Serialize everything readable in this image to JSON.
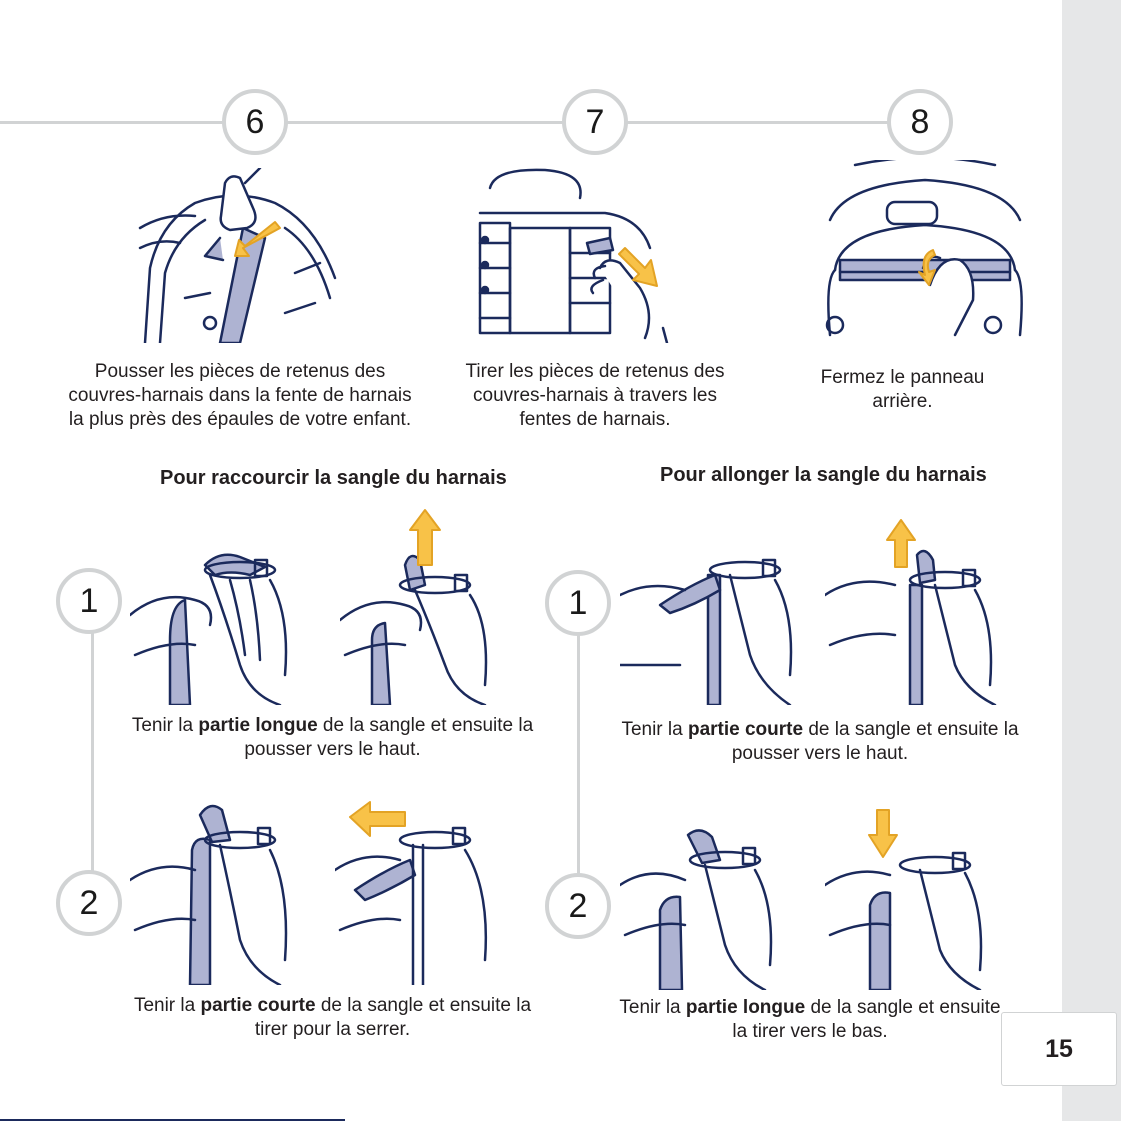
{
  "page": {
    "number": "15",
    "colors": {
      "navy": "#1b2a5c",
      "strap": "#aeb3d2",
      "arrow": "#f8c248",
      "arrow_outline": "#e3a325",
      "gray": "#d1d3d4"
    }
  },
  "top_steps": [
    {
      "number": "6",
      "caption_lines": [
        "Pousser les pièces de retenus des",
        "couvres-harnais dans la fente de harnais",
        "la plus près des épaules de votre enfant."
      ]
    },
    {
      "number": "7",
      "caption_lines": [
        "Tirer les pièces de retenus des",
        "couvres-harnais à travers les",
        "fentes de harnais."
      ]
    },
    {
      "number": "8",
      "caption_lines": [
        "Fermez le panneau",
        "arrière."
      ]
    }
  ],
  "shorten": {
    "heading": "Pour raccourcir la sangle du harnais",
    "step1": {
      "number": "1",
      "text_before": "Tenir la ",
      "bold": "partie longue",
      "text_after": " de la sangle et ensuite la",
      "line2": "pousser vers le haut."
    },
    "step2": {
      "number": "2",
      "text_before": "Tenir la ",
      "bold": "partie courte",
      "text_after": " de la sangle et ensuite la",
      "line2": "tirer pour la serrer."
    }
  },
  "lengthen": {
    "heading": "Pour allonger la sangle du harnais",
    "step1": {
      "number": "1",
      "text_before": "Tenir la ",
      "bold": "partie courte",
      "text_after": " de la sangle et ensuite la",
      "line2": "pousser vers le haut."
    },
    "step2": {
      "number": "2",
      "text_before": "Tenir la ",
      "bold": "partie longue",
      "text_after": " de la sangle et ensuite",
      "line2": "la tirer vers le bas."
    }
  }
}
